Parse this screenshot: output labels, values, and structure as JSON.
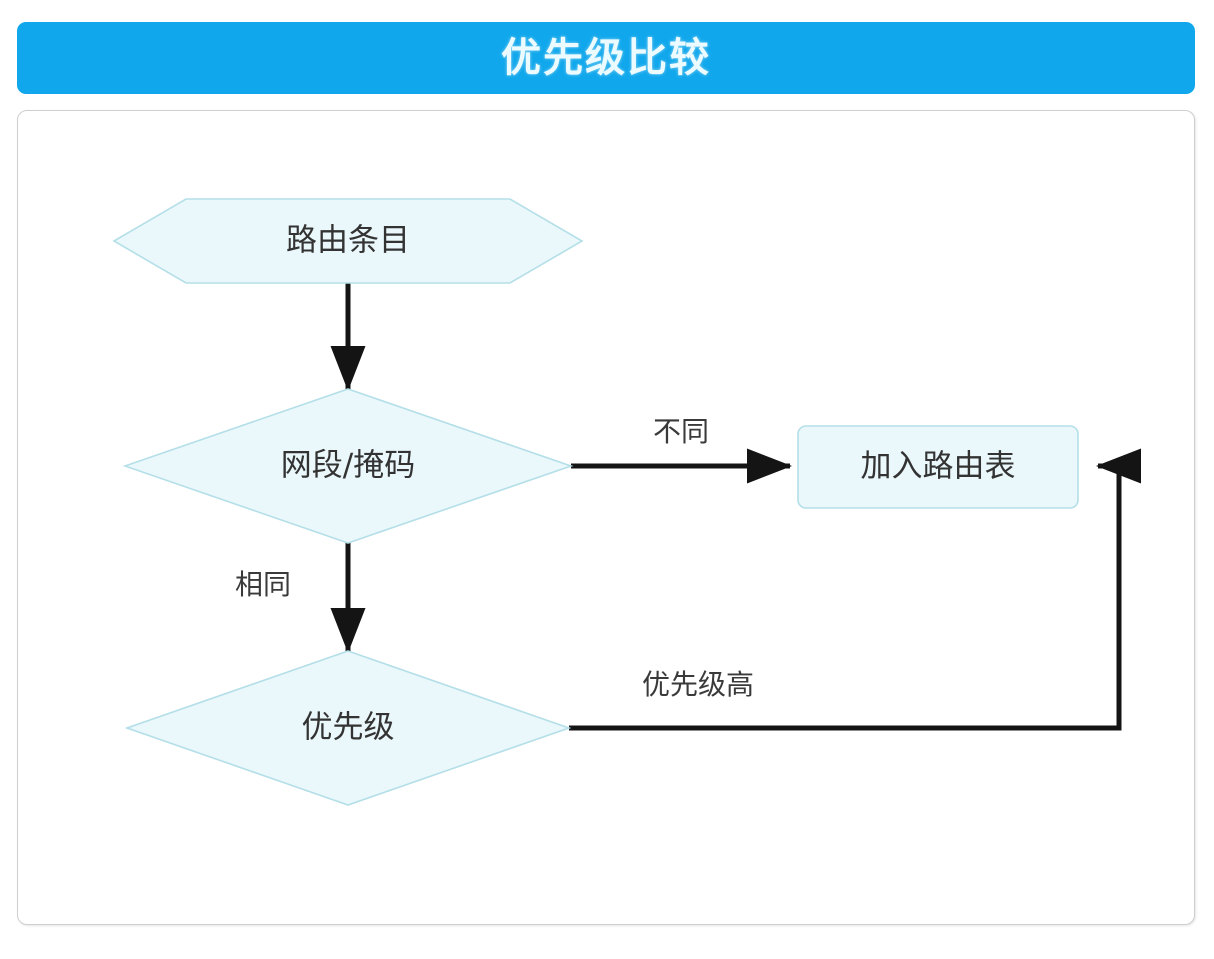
{
  "header": {
    "title": "优先级比较",
    "background_color": "#10A7EC",
    "text_color": "#ecfbff"
  },
  "panel": {
    "border_color": "#cfcfcf",
    "background_color": "#ffffff"
  },
  "diagram": {
    "type": "flowchart",
    "shape_fill_color": "#EAF8FB",
    "shape_stroke_color": "#b4dfe8",
    "connector_color": "#141414",
    "nodes": [
      {
        "id": "route-entry",
        "shape": "hexagon",
        "label": "路由条目"
      },
      {
        "id": "net-mask",
        "shape": "diamond",
        "label": "网段/掩码"
      },
      {
        "id": "priority",
        "shape": "diamond",
        "label": "优先级"
      },
      {
        "id": "add-to-table",
        "shape": "rounded-rectangle",
        "label": "加入路由表"
      }
    ],
    "edges": [
      {
        "id": "edge-entry-to-mask",
        "from": "route-entry",
        "to": "net-mask",
        "label": "",
        "arrow": true
      },
      {
        "id": "edge-mask-different",
        "from": "net-mask",
        "to": "add-to-table",
        "label": "不同",
        "arrow": true
      },
      {
        "id": "edge-mask-same",
        "from": "net-mask",
        "to": "priority",
        "label": "相同",
        "arrow": true
      },
      {
        "id": "edge-priority-higher",
        "from": "priority",
        "to": "add-to-table",
        "label": "优先级高",
        "arrow": true
      }
    ]
  }
}
